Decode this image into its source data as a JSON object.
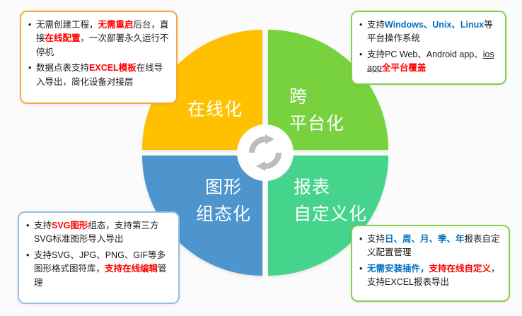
{
  "colors": {
    "quadrant_online": "#FFC000",
    "quadrant_cross_platform": "#77D23D",
    "quadrant_graphic": "#4E95CE",
    "quadrant_report": "#46D48C",
    "box_border_top_left": "#F5A93B",
    "box_border_top_right": "#84D04D",
    "box_border_bottom_left": "#92BEE4",
    "box_border_bottom_right": "#84D04D",
    "highlight_red": "#FF0000",
    "highlight_blue": "#0070C0",
    "center_icon_gray": "#BDBDBD"
  },
  "quadrants": {
    "online": {
      "lines": [
        "在线化"
      ]
    },
    "cross_platform": {
      "lines": [
        "跨",
        "平台化"
      ]
    },
    "graphic": {
      "lines": [
        "图形",
        "组态化"
      ]
    },
    "report": {
      "lines": [
        "报表",
        "自定义化"
      ]
    }
  },
  "callouts": {
    "top_left": {
      "items": [
        {
          "seg": [
            "无需创建工程，",
            "无需重启",
            "后台，直接",
            "在线配置",
            "，一次部署永久运行不停机"
          ]
        },
        {
          "seg": [
            "数据点表支持",
            "EXCEL模板",
            "在线导入导出，简化设备对接层"
          ]
        }
      ]
    },
    "top_right": {
      "items": [
        {
          "seg": [
            "支持",
            "Windows、Unix、Linux",
            "等平台操作系统"
          ]
        },
        {
          "seg": [
            "支持PC Web、Android app、",
            "ios app",
            "全平台覆盖"
          ]
        }
      ]
    },
    "bottom_left": {
      "items": [
        {
          "seg": [
            "支持",
            "SVG图形",
            "组态，支持第三方SVG标准图形导入导出"
          ]
        },
        {
          "seg": [
            "支持SVG、JPG、PNG、GIF等多图形格式图符库，",
            "支持在线编辑",
            "管理"
          ]
        }
      ]
    },
    "bottom_right": {
      "items": [
        {
          "seg": [
            "支持",
            "日、周、月、季、年",
            "报表自定义配置管理"
          ]
        },
        {
          "seg": [
            "无需安装插件，",
            "支持在线自定义",
            "，支持EXCEL报表导出"
          ]
        }
      ]
    }
  }
}
